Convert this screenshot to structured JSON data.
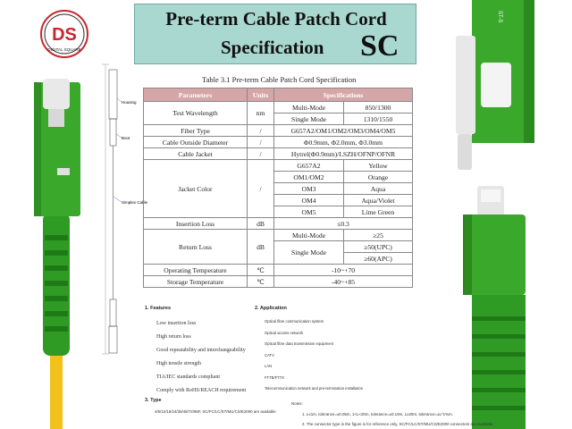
{
  "logo": {
    "initials": "DS",
    "text": "DIGITAL SQUARE"
  },
  "header": {
    "title_line1": "Pre-term Cable Patch Cord",
    "title_line2": "Specification",
    "title_connector": "SC"
  },
  "diagram": {
    "labels": [
      "Housing",
      "Boot",
      "Simplex Cable"
    ]
  },
  "table": {
    "caption": "Table 3.1 Pre-term Cable Patch Cord Specification",
    "headers": [
      "Parameters",
      "Units",
      "Specifications"
    ],
    "test_wavelength": {
      "param": "Test Wavelength",
      "unit": "nm",
      "rows": [
        [
          "Multi-Mode",
          "850/1300"
        ],
        [
          "Single Mode",
          "1310/1550"
        ]
      ]
    },
    "fiber_type": {
      "param": "Fiber Type",
      "unit": "/",
      "value": "G657A2/OM1/OM2/OM3/OM4/OM5"
    },
    "outside_diameter": {
      "param": "Cable Outside Diameter",
      "unit": "/",
      "value": "Φ0.9mm, Φ2.0mm, Φ3.0mm"
    },
    "cable_jacket": {
      "param": "Cable Jacket",
      "unit": "/",
      "value": "Hytrel(Φ0.9mm)/LSZH/OFNP/OFNR"
    },
    "jacket_color": {
      "param": "Jacket Color",
      "unit": "/",
      "rows": [
        [
          "G657A2",
          "Yellow"
        ],
        [
          "OM1/OM2",
          "Orange"
        ],
        [
          "OM3",
          "Aqua"
        ],
        [
          "OM4",
          "Aqua/Violet"
        ],
        [
          "OM5",
          "Lime Green"
        ]
      ]
    },
    "insertion_loss": {
      "param": "Insertion Loss",
      "unit": "dB",
      "value": "≤0.3"
    },
    "return_loss": {
      "param": "Return Loss",
      "unit": "dB",
      "multi_label": "Multi-Mode",
      "multi_value": "≥25",
      "single_label": "Single Mode",
      "single_values": [
        "≥50(UPC)",
        "≥60(APC)"
      ]
    },
    "operating_temp": {
      "param": "Operating Temperature",
      "unit": "℃",
      "value": "-10~+70"
    },
    "storage_temp": {
      "param": "Storage Temperature",
      "unit": "℃",
      "value": "-40~+85"
    }
  },
  "features": {
    "heading": "1.      Features",
    "items": [
      "Low insertion loss",
      "High return loss",
      "Good repeatability and interchangeability",
      "High tensile strength",
      "TIA/IEC standards compliant",
      "Comply with RoHS/REACH requirement"
    ]
  },
  "application": {
    "heading": "2.      Application",
    "items": [
      "Optical fibre communication system",
      "Optical access network",
      "Optical fibre data transmission equipment",
      "CATV",
      "LAN",
      "FTTB/FTTX",
      "Telecommunication network and pre-termination installation"
    ]
  },
  "type": {
    "heading": "3.      Type",
    "value": "4/6/12/16/24/36/48/72/96F, SC/FC/LC/ST/MU/CS/E2000 are available"
  },
  "notes": {
    "heading": "Notes:",
    "items": [
      "1. L≤1m, tolerance=±0.05m, 1<L<20m, tolerance=±0.10m, L≥20m, tolerance=±L*1%m.",
      "2. The connector type in the figure is for reference only, SC/FC/LC/ST/MU/CS/E2000 connectors are available."
    ]
  },
  "colors": {
    "banner": "#a9d8d0",
    "table_header": "#d5a6a8",
    "connector_green": "#3aa82a",
    "cable_yellow": "#f2c21a"
  }
}
